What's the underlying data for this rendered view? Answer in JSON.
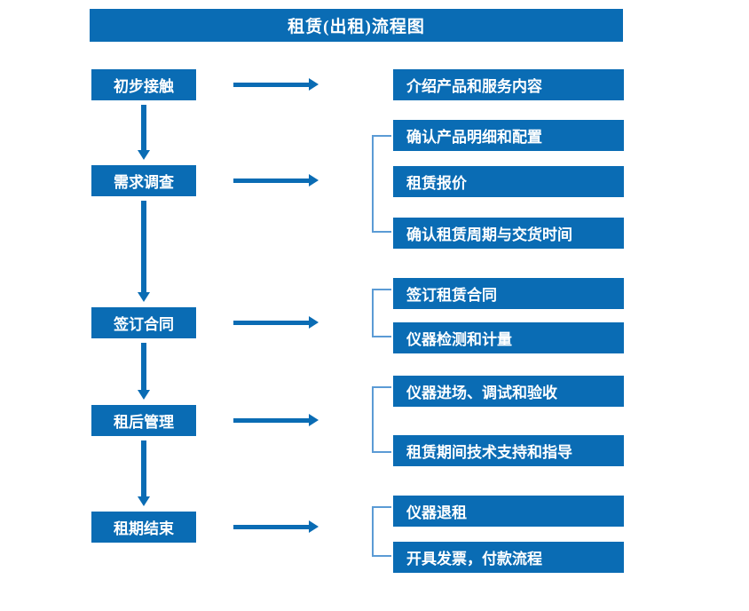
{
  "colors": {
    "brand_blue": "#0a6cb4",
    "bracket_blue": "#5b9bd5",
    "background": "#ffffff",
    "text_on_blue": "#ffffff"
  },
  "title": "租赁(出租)流程图",
  "stages": [
    {
      "label": "初步接触"
    },
    {
      "label": "需求调查"
    },
    {
      "label": "签订合同"
    },
    {
      "label": "租后管理"
    },
    {
      "label": "租期结束"
    }
  ],
  "details": [
    {
      "label": "介绍产品和服务内容"
    },
    {
      "label": "确认产品明细和配置"
    },
    {
      "label": "租赁报价"
    },
    {
      "label": "确认租赁周期与交货时间"
    },
    {
      "label": "签订租赁合同"
    },
    {
      "label": "仪器检测和计量"
    },
    {
      "label": "仪器进场、调试和验收"
    },
    {
      "label": "租赁期间技术支持和指导"
    },
    {
      "label": "仪器退租"
    },
    {
      "label": "开具发票，付款流程"
    }
  ],
  "arrows": {
    "horizontal_count": 5,
    "vertical_count": 4,
    "direction_horizontal": "right",
    "direction_vertical": "down"
  },
  "brackets": {
    "count": 4,
    "groups": [
      {
        "stage": "需求调查",
        "items": [
          "确认产品明细和配置",
          "租赁报价",
          "确认租赁周期与交货时间"
        ]
      },
      {
        "stage": "签订合同",
        "items": [
          "签订租赁合同",
          "仪器检测和计量"
        ]
      },
      {
        "stage": "租后管理",
        "items": [
          "仪器进场、调试和验收",
          "租赁期间技术支持和指导"
        ]
      },
      {
        "stage": "租期结束",
        "items": [
          "仪器退租",
          "开具发票，付款流程"
        ]
      }
    ]
  },
  "chart_data": {
    "type": "diagram",
    "title": "租赁(出租)流程图",
    "nodes_left": [
      "初步接触",
      "需求调查",
      "签订合同",
      "租后管理",
      "租期结束"
    ],
    "nodes_right": [
      "介绍产品和服务内容",
      "确认产品明细和配置",
      "租赁报价",
      "确认租赁周期与交货时间",
      "签订租赁合同",
      "仪器检测和计量",
      "仪器进场、调试和验收",
      "租赁期间技术支持和指导",
      "仪器退租",
      "开具发票，付款流程"
    ],
    "edges": [
      {
        "from": "初步接触",
        "to": "需求调查",
        "type": "vertical-arrow"
      },
      {
        "from": "需求调查",
        "to": "签订合同",
        "type": "vertical-arrow"
      },
      {
        "from": "签订合同",
        "to": "租后管理",
        "type": "vertical-arrow"
      },
      {
        "from": "租后管理",
        "to": "租期结束",
        "type": "vertical-arrow"
      },
      {
        "from": "初步接触",
        "to": "介绍产品和服务内容",
        "type": "horizontal-arrow"
      },
      {
        "from": "需求调查",
        "to": "确认产品明细和配置;租赁报价;确认租赁周期与交货时间",
        "type": "horizontal-arrow+bracket"
      },
      {
        "from": "签订合同",
        "to": "签订租赁合同;仪器检测和计量",
        "type": "horizontal-arrow+bracket"
      },
      {
        "from": "租后管理",
        "to": "仪器进场、调试和验收;租赁期间技术支持和指导",
        "type": "horizontal-arrow+bracket"
      },
      {
        "from": "租期结束",
        "to": "仪器退租;开具发票，付款流程",
        "type": "horizontal-arrow+bracket"
      }
    ]
  }
}
